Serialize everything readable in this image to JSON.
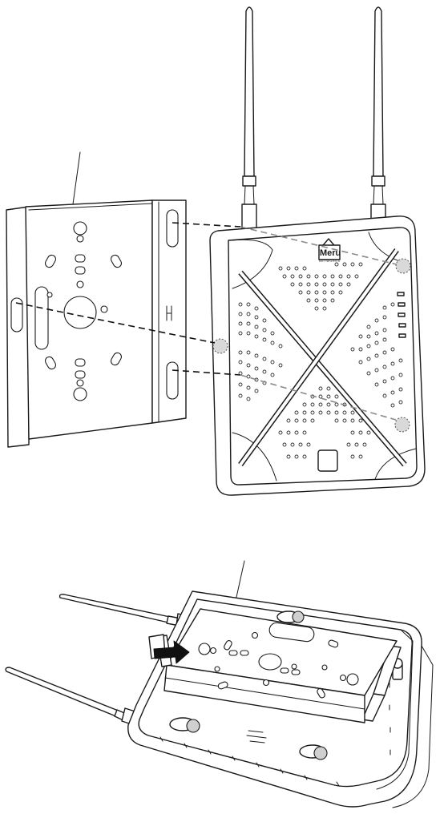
{
  "figure": {
    "top_panel": {
      "bracket": "mounting-bracket",
      "device": "access-point-front",
      "logo_text": "Meru",
      "logo_subtext": "NETWORKS"
    },
    "bottom_panel": {
      "device": "access-point-back-with-bracket",
      "arrow": "slide-direction-arrow"
    },
    "colors": {
      "ink": "#1a1a1a",
      "grey_guide": "#8a8a8a",
      "grey_fill": "#cfcfcf",
      "background": "#ffffff"
    }
  }
}
